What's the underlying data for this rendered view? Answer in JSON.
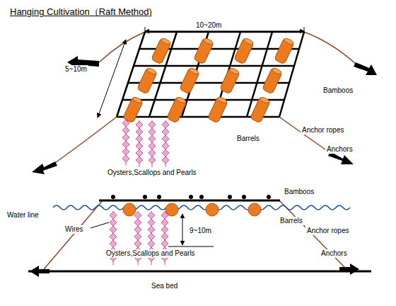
{
  "diagram": {
    "title": "Hanging Cultivation（Raft Method)",
    "labels": [
      "10~20m",
      "5~10m",
      "Bamboos",
      "Barrels",
      "Anchor ropes",
      "Anchors",
      "Oysters,Scallops and Pearls",
      "Bamboos",
      "Water line",
      "Barrels",
      "Wires",
      "9~10m",
      "Anchor ropes",
      "Anchors",
      "Oysters,Scallops and Pearls",
      "Sea bed"
    ]
  }
}
